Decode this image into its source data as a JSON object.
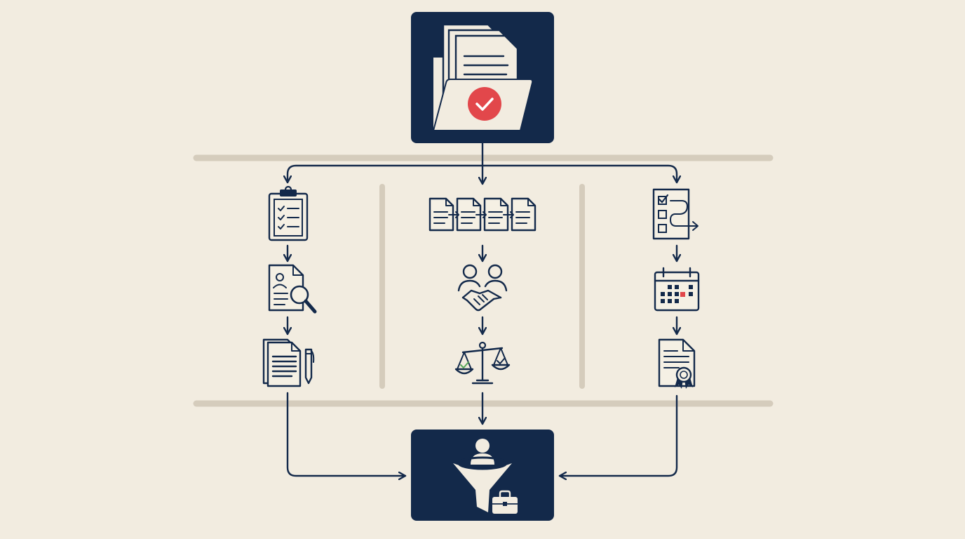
{
  "colors": {
    "background": "#f2ece0",
    "navy": "#13294a",
    "rule": "#d5ccbc",
    "accent_red": "#e2474b",
    "accent_green": "#59a85a",
    "folder_paper": "#f2ece0"
  },
  "source_node": {
    "icon": "folder-approved-icon"
  },
  "target_node": {
    "icon": "talent-funnel-icon"
  },
  "branches": [
    {
      "id": "left",
      "steps": [
        "checklist-clipboard-icon",
        "document-search-icon",
        "documents-pen-icon"
      ]
    },
    {
      "id": "center",
      "steps": [
        "document-sequence-icon",
        "people-handshake-icon",
        "balance-scale-icon"
      ]
    },
    {
      "id": "right",
      "steps": [
        "task-list-flow-icon",
        "calendar-icon",
        "certificate-icon"
      ]
    }
  ]
}
